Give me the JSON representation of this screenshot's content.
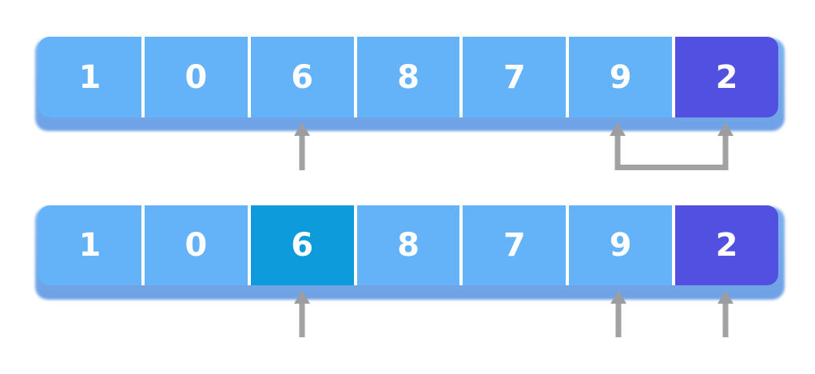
{
  "diagram": {
    "description": "Array partition step visualization: two states of the same array with pointer arrows",
    "colors": {
      "cell_default": "#64b2f8",
      "cell_highlighted": "#0d9bdb",
      "cell_pivot": "#5150e0",
      "bar_lip": "#74a9ea",
      "divider": "#ffffff",
      "cell_text": "#ffffff",
      "arrow": "#a2a2a4",
      "background": "#ffffff"
    },
    "arrays": [
      {
        "name": "top-array",
        "cells": [
          {
            "value": "1",
            "state": "default"
          },
          {
            "value": "0",
            "state": "default"
          },
          {
            "value": "6",
            "state": "default"
          },
          {
            "value": "8",
            "state": "default"
          },
          {
            "value": "7",
            "state": "default"
          },
          {
            "value": "9",
            "state": "default"
          },
          {
            "value": "2",
            "state": "pivot"
          }
        ],
        "pointers": [
          {
            "type": "up-arrow",
            "target_index": 2
          },
          {
            "type": "swap-bracket",
            "from_index": 5,
            "to_index": 6
          }
        ]
      },
      {
        "name": "bottom-array",
        "cells": [
          {
            "value": "1",
            "state": "default"
          },
          {
            "value": "0",
            "state": "default"
          },
          {
            "value": "6",
            "state": "highlighted"
          },
          {
            "value": "8",
            "state": "default"
          },
          {
            "value": "7",
            "state": "default"
          },
          {
            "value": "9",
            "state": "default"
          },
          {
            "value": "2",
            "state": "pivot"
          }
        ],
        "pointers": [
          {
            "type": "up-arrow",
            "target_index": 2
          },
          {
            "type": "up-arrow",
            "target_index": 5
          },
          {
            "type": "up-arrow",
            "target_index": 6
          }
        ]
      }
    ]
  }
}
